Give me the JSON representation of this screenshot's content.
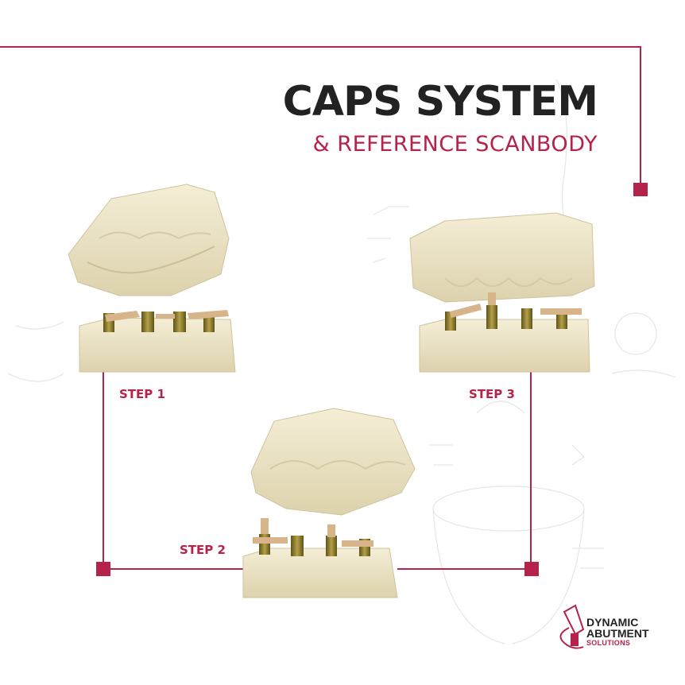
{
  "header": {
    "title": "CAPS SYSTEM",
    "subtitle": "& REFERENCE SCANBODY"
  },
  "steps": [
    {
      "label": "STEP 1"
    },
    {
      "label": "STEP 2"
    },
    {
      "label": "STEP 3"
    }
  ],
  "logo": {
    "line1": "DYNAMIC",
    "line2": "ABUTMENT",
    "line3": "SOLUTIONS"
  },
  "colors": {
    "accent": "#b5224a",
    "text": "#222222",
    "plaster": "#e9e0c0",
    "implant": "#8a7a2e",
    "cap": "#d7b48a"
  }
}
